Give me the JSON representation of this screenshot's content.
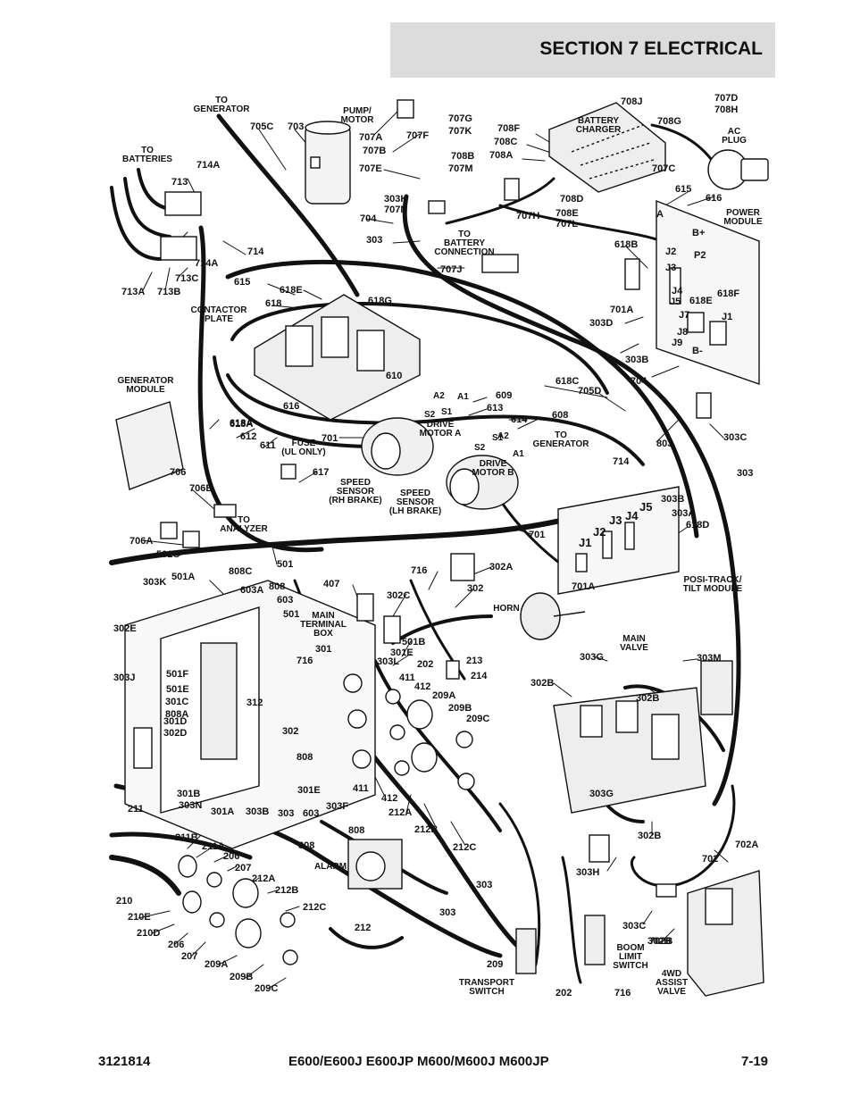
{
  "header": {
    "section": "SECTION 7   ELECTRICAL"
  },
  "footer": {
    "left": "3121814",
    "center": "E600/E600J E600JP M600/M600J M600JP",
    "right": "7-19"
  },
  "callouts": [
    "705C",
    "703",
    "707A",
    "707B",
    "707F",
    "707G",
    "707K",
    "707E",
    "708J",
    "708G",
    "707D",
    "708H",
    "708F",
    "708C",
    "708A",
    "708B",
    "707M",
    "707C",
    "714A",
    "713",
    "714",
    "713C",
    "714A",
    "713A",
    "713B",
    "615",
    "618E",
    "618",
    "303K",
    "707N",
    "704",
    "303",
    "708D",
    "708E",
    "707L",
    "707H",
    "615",
    "616",
    "707J",
    "618B",
    "618F",
    "618E",
    "701A",
    "303D",
    "303B",
    "704",
    "618G",
    "618A",
    "610",
    "609",
    "613",
    "614",
    "608",
    "618C",
    "705D",
    "803",
    "303C",
    "616",
    "618A",
    "612",
    "611",
    "701",
    "617",
    "706",
    "706B",
    "706A",
    "501C",
    "714",
    "303B",
    "303A",
    "618D",
    "701",
    "303",
    "716",
    "302A",
    "302",
    "701A",
    "501",
    "808C",
    "303K",
    "501A",
    "603A",
    "808",
    "603",
    "407",
    "302C",
    "501",
    "302E",
    "301",
    "716",
    "501B",
    "301E",
    "303L",
    "202",
    "213",
    "214",
    "411",
    "412",
    "209A",
    "209B",
    "209C",
    "501F",
    "303J",
    "501E",
    "301C",
    "808A",
    "301D",
    "302D",
    "312",
    "302",
    "808",
    "303G",
    "303M",
    "302B",
    "302B",
    "303G",
    "302B",
    "301E",
    "411",
    "412",
    "212A",
    "212B",
    "212C",
    "301B",
    "303N",
    "301A",
    "303B",
    "303",
    "603",
    "303F",
    "211",
    "211B",
    "211A",
    "206",
    "207",
    "212A",
    "212B",
    "212C",
    "808",
    "808",
    "303",
    "303",
    "210",
    "210E",
    "210D",
    "206",
    "207",
    "209A",
    "209B",
    "209C",
    "212",
    "209",
    "202",
    "716",
    "303H",
    "302B",
    "702",
    "702A",
    "303C",
    "702B"
  ],
  "labels": {
    "to_generator_top": [
      "TO",
      "GENERATOR"
    ],
    "pump_motor": [
      "PUMP/",
      "MOTOR"
    ],
    "battery_charger": [
      "BATTERY",
      "CHARGER"
    ],
    "ac_plug": [
      "AC",
      "PLUG"
    ],
    "to_batteries": [
      "TO",
      "BATTERIES"
    ],
    "power_module": [
      "POWER",
      "MODULE"
    ],
    "to_battery_connection": [
      "TO",
      "BATTERY",
      "CONNECTION"
    ],
    "contactor_plate": [
      "CONTACTOR",
      "PLATE"
    ],
    "generator_module": [
      "GENERATOR",
      "MODULE"
    ],
    "drive_motor_a": [
      "DRIVE",
      "MOTOR A"
    ],
    "to_generator_mid": [
      "TO",
      "GENERATOR"
    ],
    "fuse": [
      "FUSE",
      "(UL ONLY)"
    ],
    "drive_motor_b": [
      "DRIVE",
      "MOTOR B"
    ],
    "speed_sensor_rh": [
      "SPEED",
      "SENSOR",
      "(RH BRAKE)"
    ],
    "speed_sensor_lh": [
      "SPEED",
      "SENSOR",
      "(LH BRAKE)"
    ],
    "to_analyzer": [
      "TO",
      "ANALYZER"
    ],
    "posi_track": [
      "POSI-TRACK/",
      "TILT MODULE"
    ],
    "main_terminal_box": [
      "MAIN",
      "TERMINAL",
      "BOX"
    ],
    "horn": [
      "HORN"
    ],
    "main_valve": [
      "MAIN",
      "VALVE"
    ],
    "alarm": [
      "ALARM"
    ],
    "transport_switch": [
      "TRANSPORT",
      "SWITCH"
    ],
    "boom_limit_switch": [
      "BOOM",
      "LIMIT",
      "SWITCH"
    ],
    "wd_assist_valve": [
      "4WD",
      "ASSIST",
      "VALVE"
    ]
  },
  "terminals": [
    "A2",
    "A1",
    "S2",
    "S1",
    "A2",
    "S2",
    "S1",
    "A1"
  ],
  "power_module_pins": [
    "A",
    "B+",
    "P2",
    "J2",
    "J3",
    "J4",
    "J5",
    "J7",
    "J1",
    "J8",
    "J9",
    "B-"
  ],
  "posi_track_pins": [
    "J1",
    "J2",
    "J3",
    "J4",
    "J5"
  ]
}
